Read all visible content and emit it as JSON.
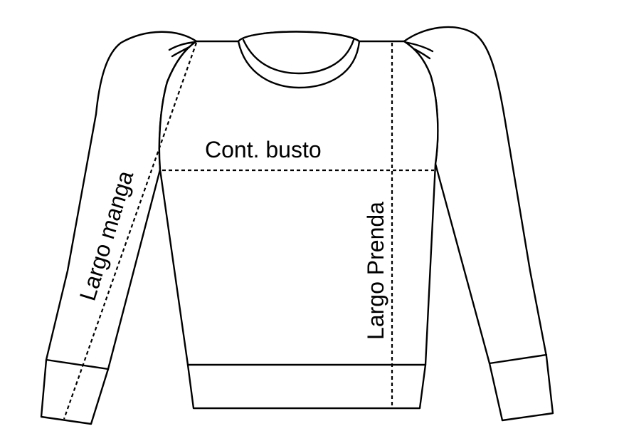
{
  "labels": {
    "bust": "Cont. busto",
    "sleeve_length": "Largo manga",
    "garment_length": "Largo Prenda"
  },
  "colors": {
    "line": "#000000",
    "background": "#ffffff"
  }
}
